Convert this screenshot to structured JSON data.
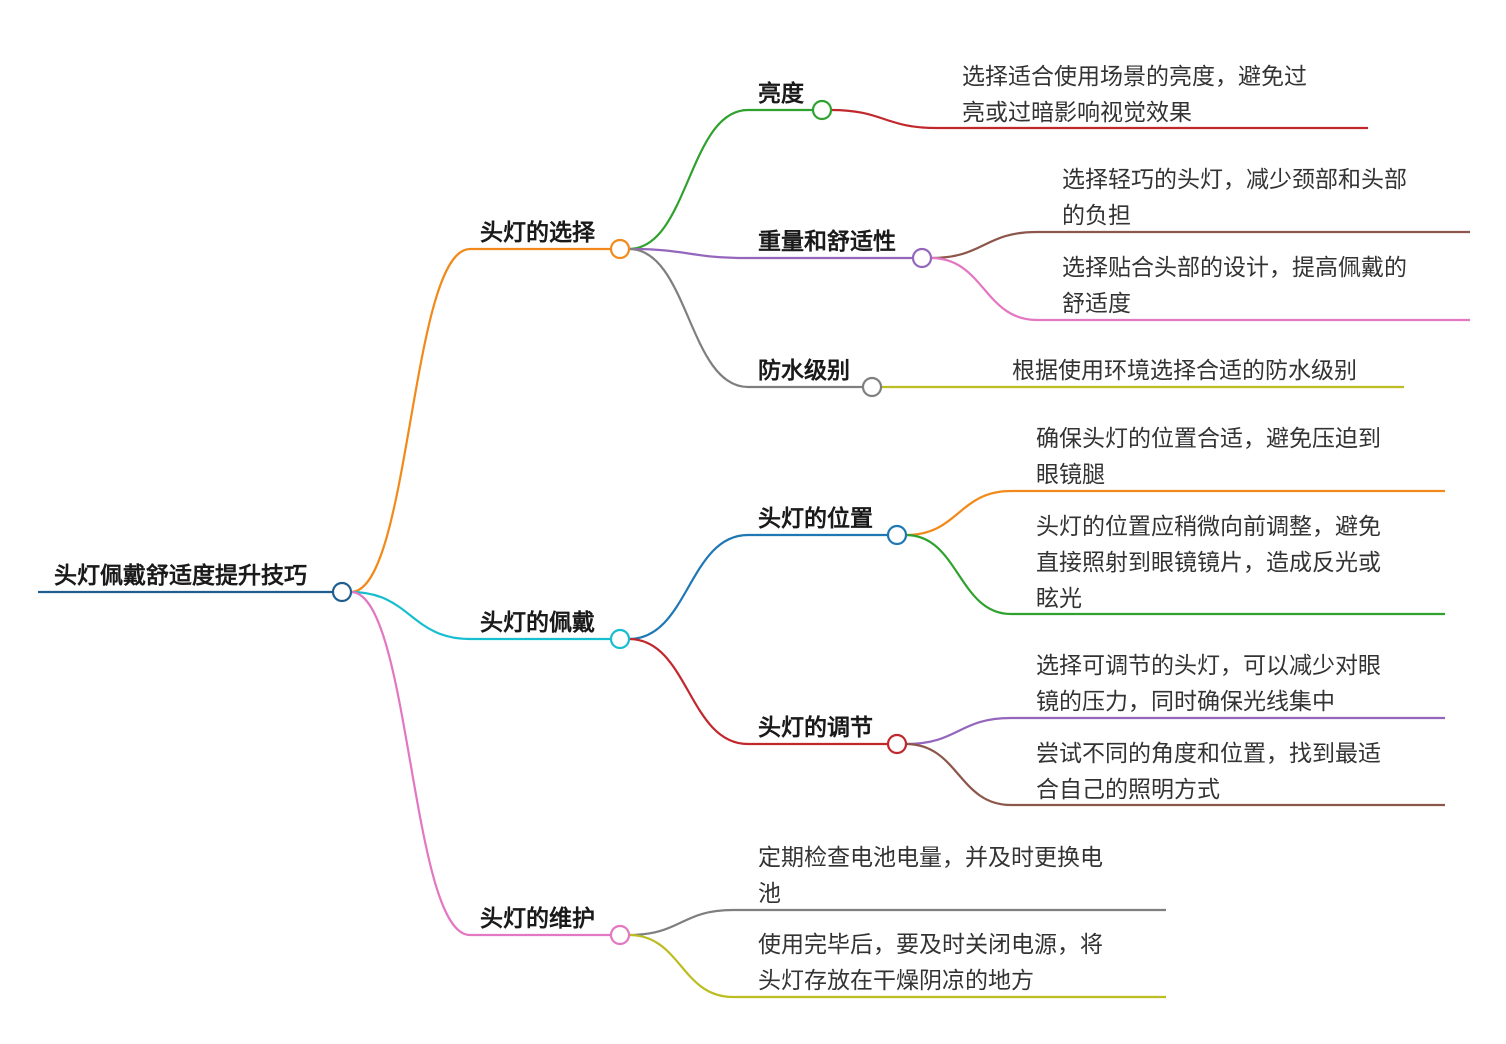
{
  "root": {
    "label": "头灯佩戴舒适度提升技巧",
    "color": "#1f5e8f",
    "children": [
      {
        "label": "头灯的选择",
        "color": "#f28a1b",
        "children": [
          {
            "label": "亮度",
            "color": "#2fa12f",
            "leaves": [
              {
                "lines": [
                  "选择适合使用场景的亮度，避免过",
                  "亮或过暗影响视觉效果"
                ],
                "color": "#c0282d"
              }
            ]
          },
          {
            "label": "重量和舒适性",
            "color": "#9467bd",
            "leaves": [
              {
                "lines": [
                  "选择轻巧的头灯，减少颈部和头部",
                  "的负担"
                ],
                "color": "#8c564b"
              },
              {
                "lines": [
                  "选择贴合头部的设计，提高佩戴的",
                  "舒适度"
                ],
                "color": "#e377c2"
              }
            ]
          },
          {
            "label": "防水级别",
            "color": "#7f7f7f",
            "leaves": [
              {
                "lines": [
                  "根据使用环境选择合适的防水级别"
                ],
                "color": "#bcbd22"
              }
            ]
          }
        ]
      },
      {
        "label": "头灯的佩戴",
        "color": "#17becf",
        "children": [
          {
            "label": "头灯的位置",
            "color": "#1f77b4",
            "leaves": [
              {
                "lines": [
                  "确保头灯的位置合适，避免压迫到",
                  "眼镜腿"
                ],
                "color": "#f28a1b"
              },
              {
                "lines": [
                  "头灯的位置应稍微向前调整，避免",
                  "直接照射到眼镜镜片，造成反光或",
                  "眩光"
                ],
                "color": "#2fa12f"
              }
            ]
          },
          {
            "label": "头灯的调节",
            "color": "#c0282d",
            "leaves": [
              {
                "lines": [
                  "选择可调节的头灯，可以减少对眼",
                  "镜的压力，同时确保光线集中"
                ],
                "color": "#9467bd"
              },
              {
                "lines": [
                  "尝试不同的角度和位置，找到最适",
                  "合自己的照明方式"
                ],
                "color": "#8c564b"
              }
            ]
          }
        ]
      },
      {
        "label": "头灯的维护",
        "color": "#e377c2",
        "leaves": [
          {
            "lines": [
              "定期检查电池电量，并及时更换电",
              "池"
            ],
            "color": "#7f7f7f"
          },
          {
            "lines": [
              "使用完毕后，要及时关闭电源，将",
              "头灯存放在干燥阴凉的地方"
            ],
            "color": "#bcbd22"
          }
        ]
      }
    ]
  }
}
